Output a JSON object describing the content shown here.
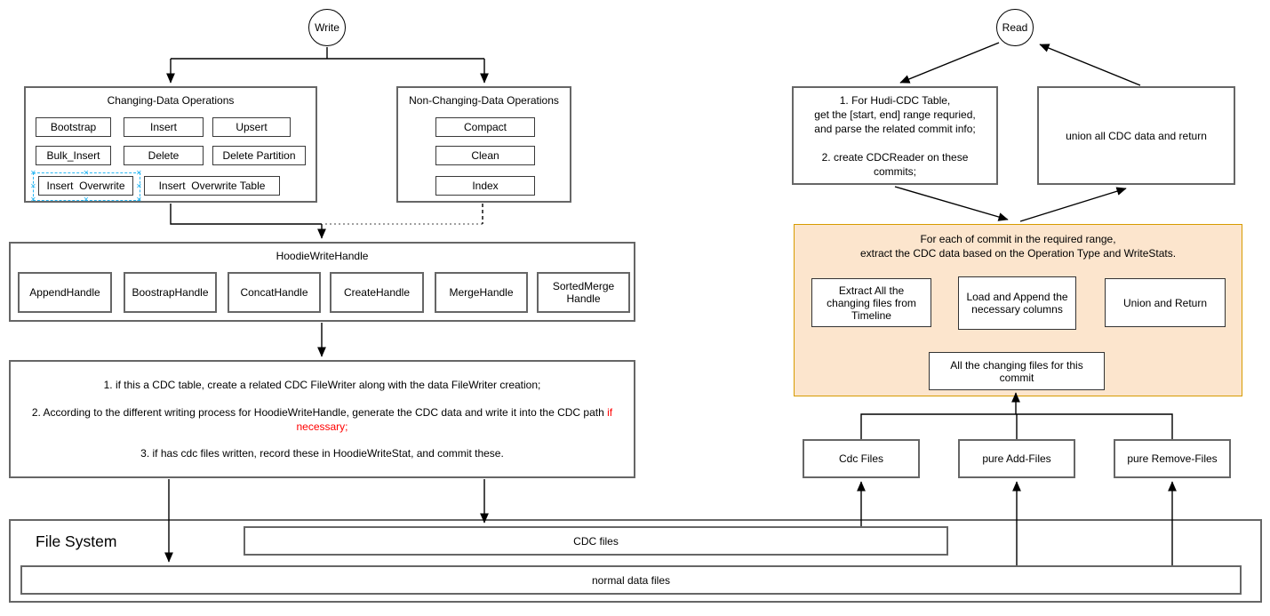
{
  "diagram": {
    "write": {
      "label": "Write"
    },
    "read": {
      "label": "Read"
    },
    "changing_ops": {
      "title": "Changing-Data Operations",
      "buttons": [
        "Bootstrap",
        "Insert",
        "Upsert",
        "Bulk_Insert",
        "Delete",
        "Delete Partition",
        "Insert  Overwrite",
        "Insert  Overwrite Table"
      ]
    },
    "nonchanging_ops": {
      "title": "Non-Changing-Data Operations",
      "buttons": [
        "Compact",
        "Clean",
        "Index"
      ]
    },
    "hoodie": {
      "title": "HoodieWriteHandle",
      "handles": [
        "AppendHandle",
        "BoostrapHandle",
        "ConcatHandle",
        "CreateHandle",
        "MergeHandle",
        "SortedMerge Handle"
      ]
    },
    "write_steps": {
      "line1": "1. if this a CDC table, create a related CDC FileWriter along with the data FileWriter creation;",
      "line2_black": "2. According to the different writing process for HoodieWriteHandle, generate the CDC data and write it into the CDC path ",
      "line2_red": "if necessary;",
      "line3": "3. if has cdc files written, record these in HoodieWriteStat, and commit these."
    },
    "file_system": {
      "label": "File System",
      "cdc_bar": "CDC files",
      "normal_bar": "normal data files"
    },
    "read_left": {
      "lines": [
        "1. For Hudi-CDC Table,",
        "get the [start, end] range requried,",
        "and parse the related commit info;",
        "",
        "2. create CDCReader on these",
        "commits;"
      ]
    },
    "read_right": {
      "label": "union all CDC data and return"
    },
    "orange": {
      "title_line1": "For each of commit in the required range,",
      "title_line2": "extract the CDC data based on the Operation Type and WriteStats.",
      "extract": "Extract All the changing files from Timeline",
      "load": "Load and Append the necessary columns",
      "union": "Union and Return",
      "all_changing": "All the changing files for this commit"
    },
    "files": {
      "cdc": "Cdc Files",
      "add": "pure Add-Files",
      "remove": "pure Remove-Files"
    },
    "colors": {
      "orange_fill": "#fce5cd",
      "orange_stroke": "#d79b00",
      "selection_blue": "#29b6f2",
      "red_text": "#ff0000",
      "container_stroke": "#666666"
    }
  }
}
